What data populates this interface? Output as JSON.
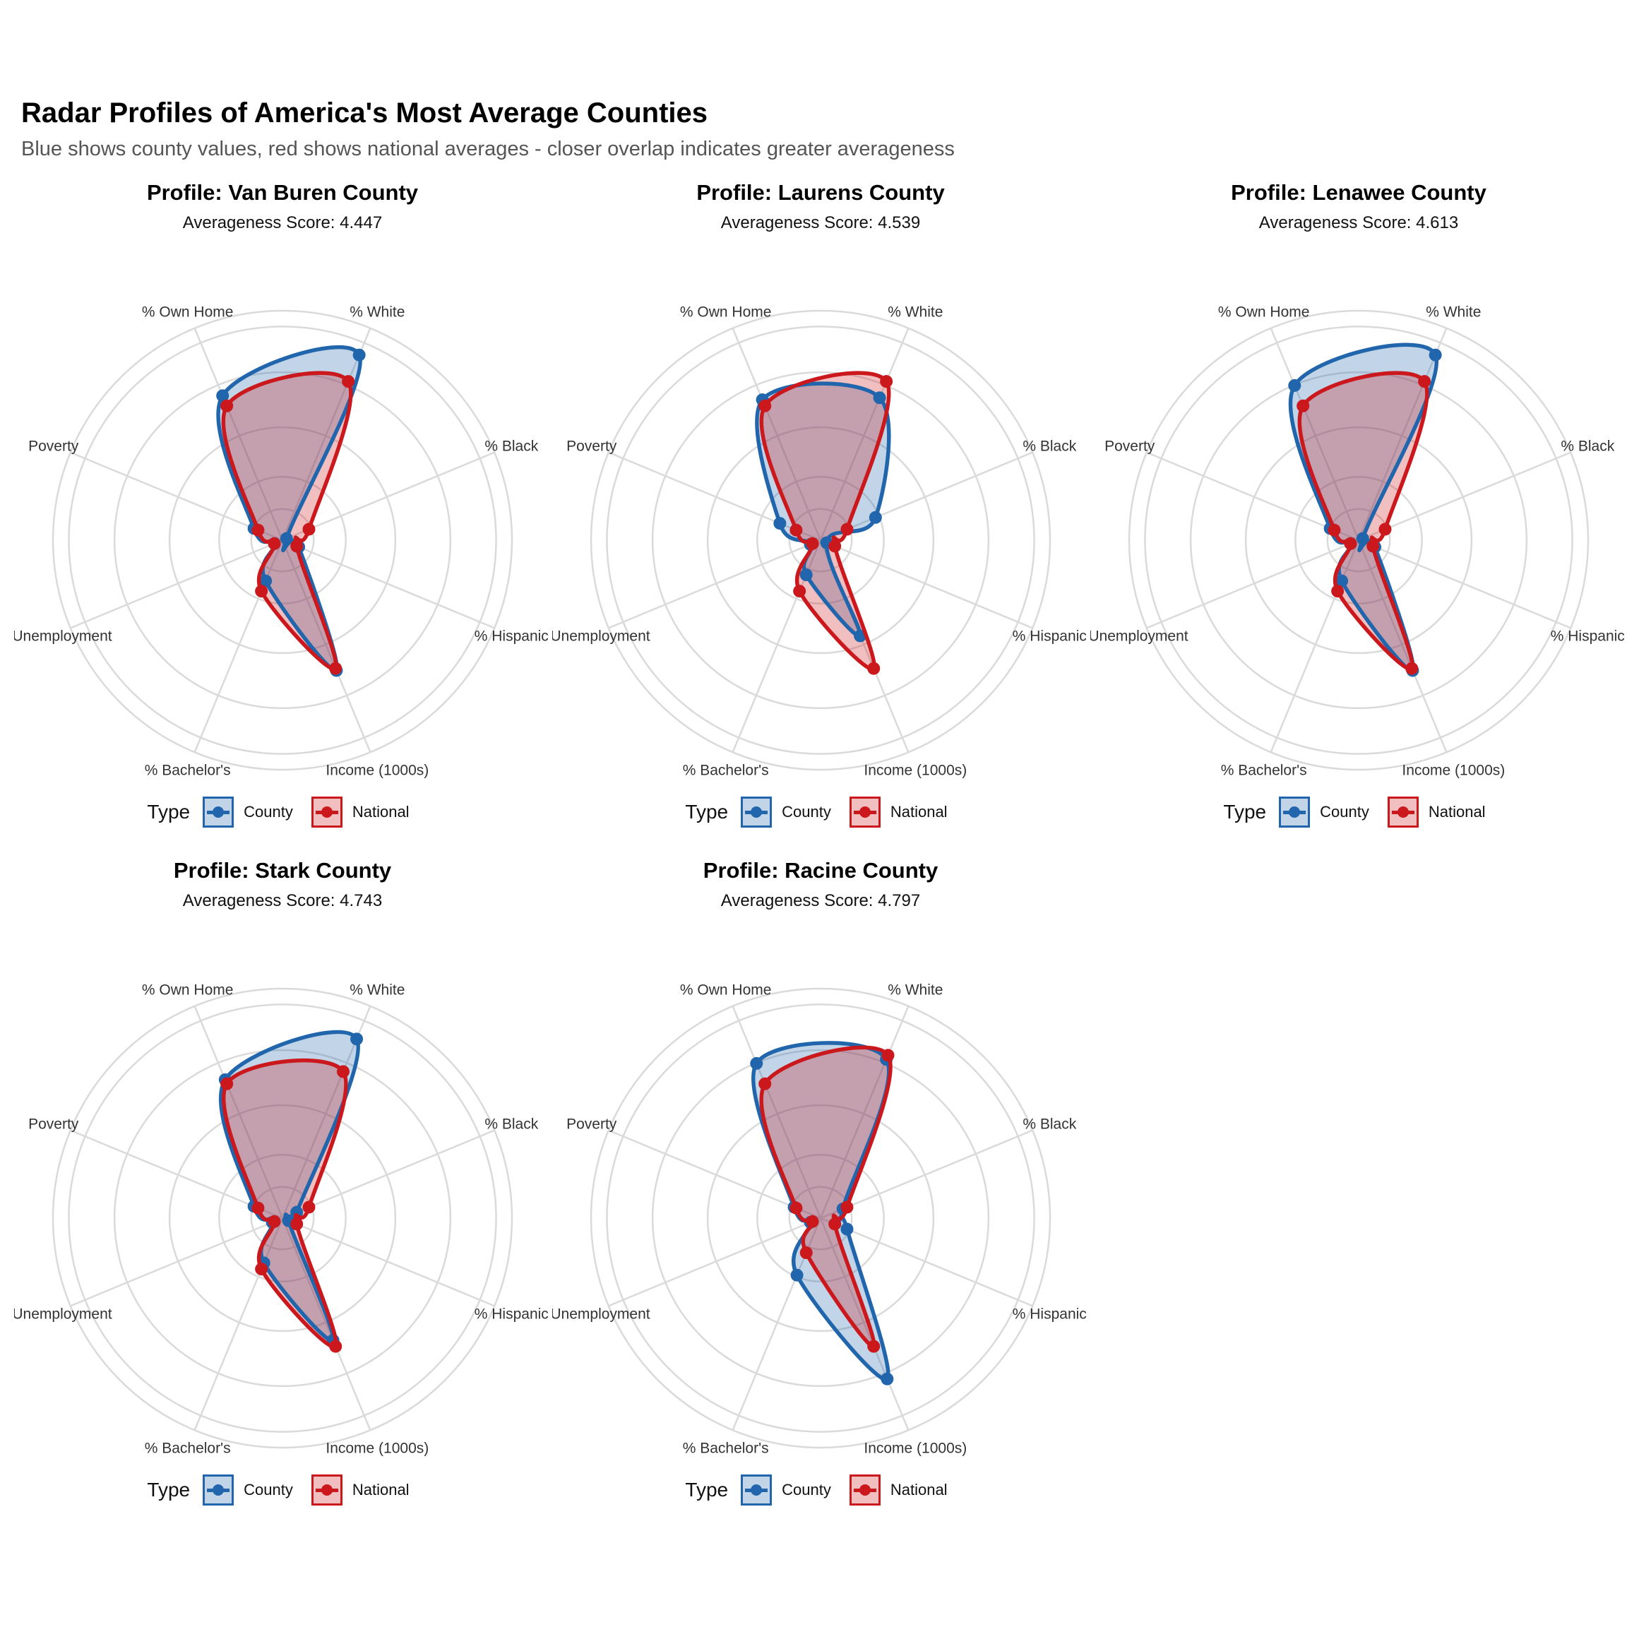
{
  "title": "Radar Profiles of America's Most Average Counties",
  "subtitle": "Blue shows county values, red shows national averages - closer overlap indicates greater averageness",
  "colors": {
    "county": "#2166ac",
    "national": "#cb181d",
    "grid": "#dadada",
    "axis_text": "#333333"
  },
  "legend": {
    "title": "Type",
    "labels": [
      "County",
      "National"
    ]
  },
  "chart_data": [
    {
      "type": "radar",
      "title": "Profile: Van Buren County",
      "subtitle": "Averageness Score: 4.447",
      "axes": [
        "% White",
        "% Black",
        "% Hispanic",
        "Income (1000s)",
        "% Bachelor's",
        "% Unemployment",
        "Poverty",
        "% Own Home"
      ],
      "series": [
        {
          "name": "County",
          "values": [
            91,
            2,
            8,
            64,
            20,
            4,
            14,
            71
          ]
        },
        {
          "name": "National",
          "values": [
            78,
            13,
            7,
            63,
            25,
            4,
            12,
            66
          ]
        }
      ]
    },
    {
      "type": "radar",
      "title": "Profile: Laurens County",
      "subtitle": "Averageness Score: 4.539",
      "axes": [
        "% White",
        "% Black",
        "% Hispanic",
        "Income (1000s)",
        "% Bachelor's",
        "% Unemployment",
        "Poverty",
        "% Own Home"
      ],
      "series": [
        {
          "name": "County",
          "values": [
            70,
            27,
            3,
            47,
            17,
            5,
            20,
            69
          ]
        },
        {
          "name": "National",
          "values": [
            78,
            13,
            7,
            63,
            25,
            4,
            12,
            66
          ]
        }
      ]
    },
    {
      "type": "radar",
      "title": "Profile: Lenawee County",
      "subtitle": "Averageness Score: 4.613",
      "axes": [
        "% White",
        "% Black",
        "% Hispanic",
        "Income (1000s)",
        "% Bachelor's",
        "% Unemployment",
        "Poverty",
        "% Own Home"
      ],
      "series": [
        {
          "name": "County",
          "values": [
            91,
            2,
            8,
            64,
            20,
            4,
            14,
            76
          ]
        },
        {
          "name": "National",
          "values": [
            78,
            13,
            7,
            63,
            25,
            4,
            12,
            66
          ]
        }
      ]
    },
    {
      "type": "radar",
      "title": "Profile: Stark County",
      "subtitle": "Averageness Score: 4.743",
      "axes": [
        "% White",
        "% Black",
        "% Hispanic",
        "Income (1000s)",
        "% Bachelor's",
        "% Unemployment",
        "Poverty",
        "% Own Home"
      ],
      "series": [
        {
          "name": "County",
          "values": [
            88,
            7,
            3,
            60,
            22,
            5,
            14,
            68
          ]
        },
        {
          "name": "National",
          "values": [
            72,
            13,
            7,
            63,
            25,
            4,
            12,
            66
          ]
        }
      ]
    },
    {
      "type": "radar",
      "title": "Profile: Racine County",
      "subtitle": "Averageness Score: 4.797",
      "axes": [
        "% White",
        "% Black",
        "% Hispanic",
        "Income (1000s)",
        "% Bachelor's",
        "% Unemployment",
        "Poverty",
        "% Own Home"
      ],
      "series": [
        {
          "name": "County",
          "values": [
            78,
            11,
            13,
            79,
            28,
            5,
            13,
            76
          ]
        },
        {
          "name": "National",
          "values": [
            80,
            13,
            7,
            63,
            17,
            4,
            12,
            66
          ]
        }
      ]
    }
  ]
}
